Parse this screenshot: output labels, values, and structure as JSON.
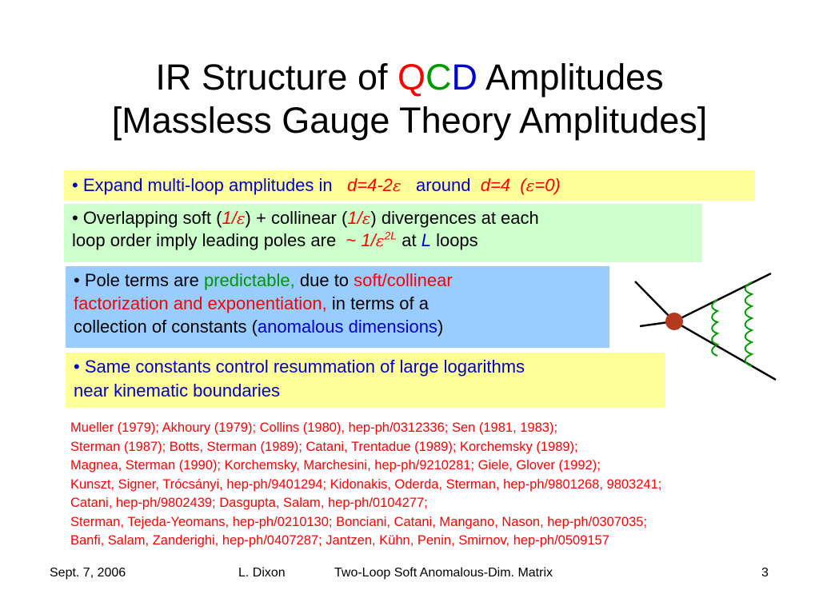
{
  "title": {
    "line1_prefix": "IR Structure of ",
    "q": "Q",
    "c": "C",
    "d": "D",
    "line1_suffix": " Amplitudes",
    "line2": "[Massless Gauge Theory Amplitudes]"
  },
  "bullet1": {
    "text": "• Expand multi-loop amplitudes in",
    "d_expr": "d=4-2",
    "eps": "ε",
    "around": "around",
    "d4": "d=4",
    "open": "(",
    "eps0": "=0)"
  },
  "bullet2": {
    "t1": "• Overlapping soft (",
    "soft_pole": "1/",
    "eps": "ε",
    "t2": ") + collinear (",
    "t3": ") divergences at each",
    "t4": "loop order imply leading poles are",
    "tilde": "~",
    "pole": "1/",
    "exp": "2L",
    "at": "at",
    "L": "L",
    "loops": "loops"
  },
  "bullet3": {
    "t1": "• Pole terms are",
    "predictable": "predictable,",
    "t2": "due to",
    "soft": "soft/collinear",
    "fact": "factorization and exponentiation,",
    "t3": "in terms of a",
    "t4": "collection of constants (",
    "anom": "anomalous dimensions",
    "t5": ")"
  },
  "bullet4": {
    "line1": "• Same constants control resummation of large logarithms",
    "line2": "near kinematic boundaries"
  },
  "references": [
    "Mueller (1979); Akhoury (1979); Collins (1980), hep-ph/0312336; Sen (1981, 1983);",
    "Sterman (1987); Botts, Sterman (1989);  Catani, Trentadue (1989); Korchemsky (1989);",
    "Magnea, Sterman (1990); Korchemsky, Marchesini, hep-ph/9210281; Giele, Glover (1992);",
    "Kunszt, Signer, Trócsányi, hep-ph/9401294; Kidonakis, Oderda, Sterman, hep-ph/9801268, 9803241;",
    "Catani, hep-ph/9802439; Dasgupta, Salam, hep-ph/0104277;",
    "Sterman, Tejeda-Yeomans, hep-ph/0210130; Bonciani, Catani, Mangano, Nason, hep-ph/0307035;",
    "Banfi, Salam, Zanderighi, hep-ph/0407287; Jantzen, Kühn, Penin, Smirnov, hep-ph/0509157"
  ],
  "footer": {
    "date": "Sept. 7, 2006",
    "author": "L. Dixon",
    "talk": "Two-Loop Soft Anomalous-Dim. Matrix",
    "page": "3"
  },
  "colors": {
    "red": "#ff0000",
    "green": "#009900",
    "blue": "#0000cc",
    "yellow_box": "#ffff99",
    "green_box": "#ccffcc",
    "blue_box": "#99ccff",
    "vertex": "#b5391e"
  }
}
